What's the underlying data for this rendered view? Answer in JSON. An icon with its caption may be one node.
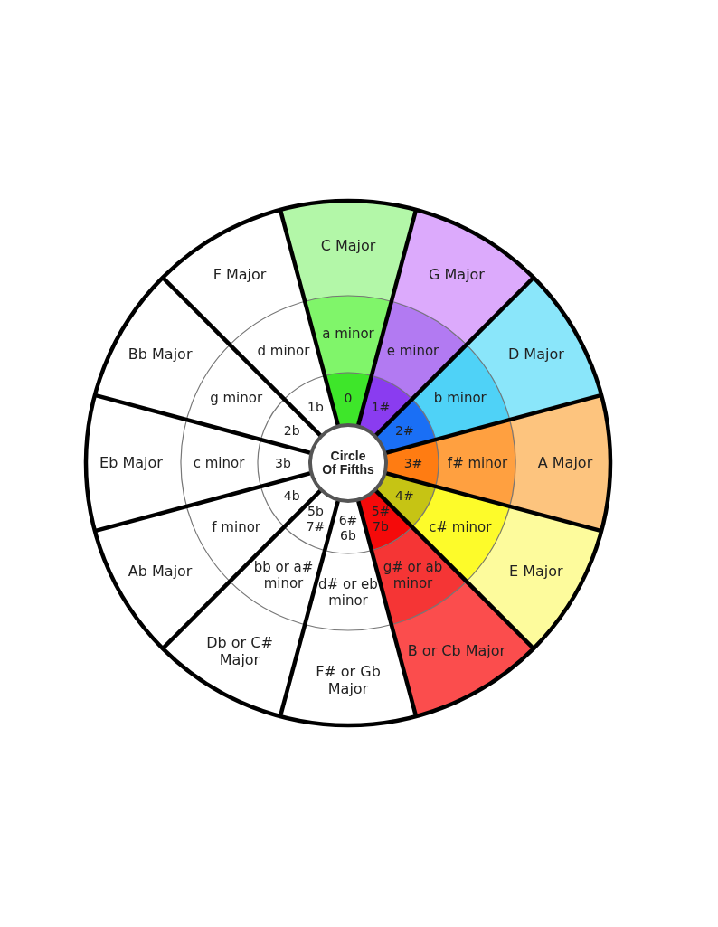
{
  "diagram": {
    "nodes": [
      {
        "text": [
          "Circle Of Fifths"
        ]
      },
      {
        "text": [
          "C Major"
        ]
      },
      {
        "text": [
          "a minor"
        ]
      },
      {
        "text": [
          "0"
        ]
      },
      {
        "text": [
          "G Major"
        ]
      },
      {
        "text": [
          "e minor"
        ]
      },
      {
        "text": [
          "1#"
        ]
      },
      {
        "text": [
          "D Major"
        ]
      },
      {
        "text": [
          "b minor"
        ]
      },
      {
        "text": [
          "2#"
        ]
      },
      {
        "text": [
          "A Major"
        ]
      },
      {
        "text": [
          "f# minor"
        ]
      },
      {
        "text": [
          "3#"
        ]
      },
      {
        "text": [
          "E Major"
        ]
      },
      {
        "text": [
          "c# minor"
        ]
      },
      {
        "text": [
          "4#"
        ]
      },
      {
        "text": [
          "B or Cb Major"
        ]
      },
      {
        "text": [
          "g# or ab minor"
        ]
      },
      {
        "text": [
          "5# 7b"
        ]
      },
      {
        "text": [
          "F# or Gb Major"
        ]
      },
      {
        "text": [
          "d# or eb minor"
        ]
      },
      {
        "text": [
          "6# 6b"
        ]
      },
      {
        "text": [
          "Db or C# Major"
        ]
      },
      {
        "text": [
          "bb or a# minor"
        ]
      },
      {
        "text": [
          "5b 7#"
        ]
      },
      {
        "text": [
          "Ab Major"
        ]
      },
      {
        "text": [
          "f minor"
        ]
      },
      {
        "text": [
          "4b"
        ]
      },
      {
        "text": [
          "Eb Major"
        ]
      },
      {
        "text": [
          "c minor"
        ]
      },
      {
        "text": [
          "3b"
        ]
      },
      {
        "text": [
          "Bb Major"
        ]
      },
      {
        "text": [
          "g minor"
        ]
      },
      {
        "text": [
          "2b"
        ]
      },
      {
        "text": [
          "F Major"
        ]
      },
      {
        "text": [
          "d minor"
        ]
      },
      {
        "text": [
          "1b"
        ]
      }
    ]
  }
}
